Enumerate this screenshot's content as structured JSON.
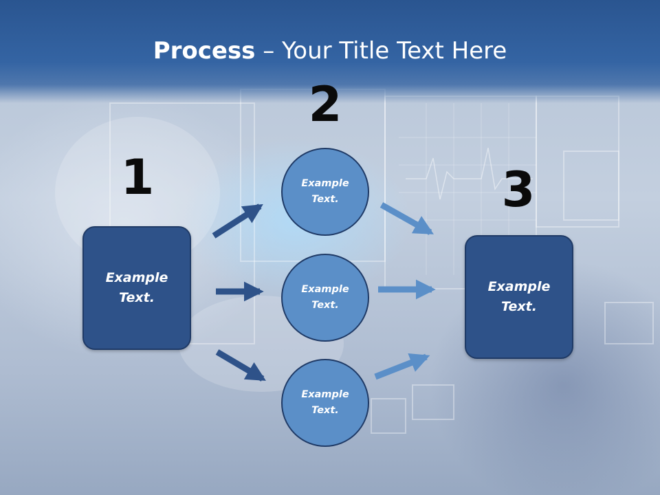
{
  "title": {
    "bold": "Process",
    "rest": " – Your Title Text Here"
  },
  "steps": [
    {
      "number": "1",
      "text": "Example\nText."
    },
    {
      "number": "2",
      "items": [
        "Example\nText.",
        "Example\nText.",
        "Example\nText."
      ]
    },
    {
      "number": "3",
      "text": "Example\nText."
    }
  ],
  "colors": {
    "header": "#2a5590",
    "box": "#2e5289",
    "circle": "#5b8fc8",
    "arrow_dark": "#2e5289",
    "arrow_light": "#5b8fc8"
  }
}
